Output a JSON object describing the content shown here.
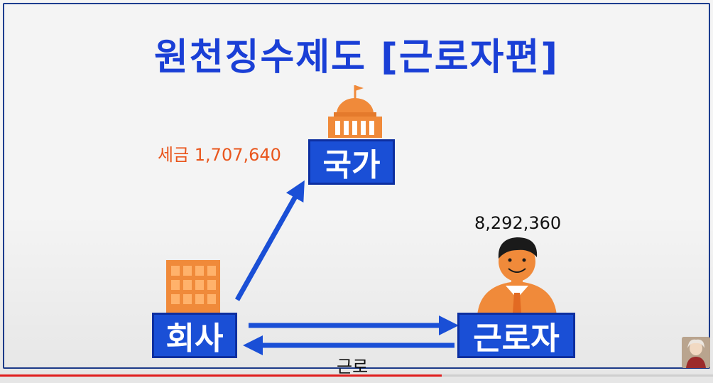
{
  "title": "원천징수제도 [근로자편]",
  "nodes": {
    "nation": "국가",
    "company": "회사",
    "worker": "근로자"
  },
  "labels": {
    "tax": "세금 1,707,640",
    "salary": "8,292,360",
    "labor": "근로"
  },
  "icons": {
    "nation": "capitol-building-icon",
    "company": "office-building-icon",
    "worker": "worker-person-icon"
  },
  "colors": {
    "title": "#1a3fd6",
    "box": "#1a4fd6",
    "arrow": "#1a4fd6",
    "accent": "#f08a3a",
    "tax_text": "#e9561d"
  },
  "video": {
    "progress": 0.62
  }
}
